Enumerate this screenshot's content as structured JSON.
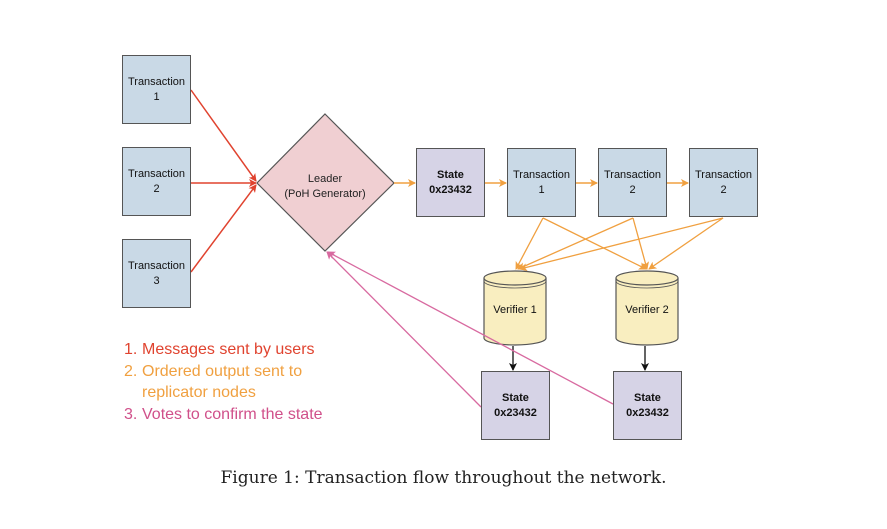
{
  "diagram": {
    "source_transactions": [
      {
        "title": "Transaction",
        "number": "1"
      },
      {
        "title": "Transaction",
        "number": "2"
      },
      {
        "title": "Transaction",
        "number": "3"
      }
    ],
    "leader": {
      "line1": "Leader",
      "line2": "(PoH Generator)"
    },
    "chain": [
      {
        "kind": "state",
        "line1": "State",
        "line2": "0x23432"
      },
      {
        "kind": "transaction",
        "line1": "Transaction",
        "line2": "1"
      },
      {
        "kind": "transaction",
        "line1": "Transaction",
        "line2": "2"
      },
      {
        "kind": "transaction",
        "line1": "Transaction",
        "line2": "2"
      }
    ],
    "verifiers": [
      {
        "label": "Verifier 1",
        "state_line1": "State",
        "state_line2": "0x23432"
      },
      {
        "label": "Verifier 2",
        "state_line1": "State",
        "state_line2": "0x23432"
      }
    ],
    "legend": [
      {
        "num": "1.",
        "text": "Messages sent by users",
        "color": "#e0432f"
      },
      {
        "num": "2.",
        "text": "Ordered output sent to",
        "continuation": "replicator nodes",
        "color": "#f0a040"
      },
      {
        "num": "3.",
        "text": "Votes to confirm the state",
        "color": "#d0508a"
      }
    ],
    "colors": {
      "user_messages": "#e0432f",
      "ordered_output": "#f0a040",
      "votes": "#d86aa0",
      "transaction_fill": "#c9d9e6",
      "state_fill": "#d6d3e6",
      "leader_fill": "#f0cfd2",
      "verifier_fill": "#f9eec0"
    }
  },
  "caption": "Figure 1: Transaction flow throughout the network."
}
